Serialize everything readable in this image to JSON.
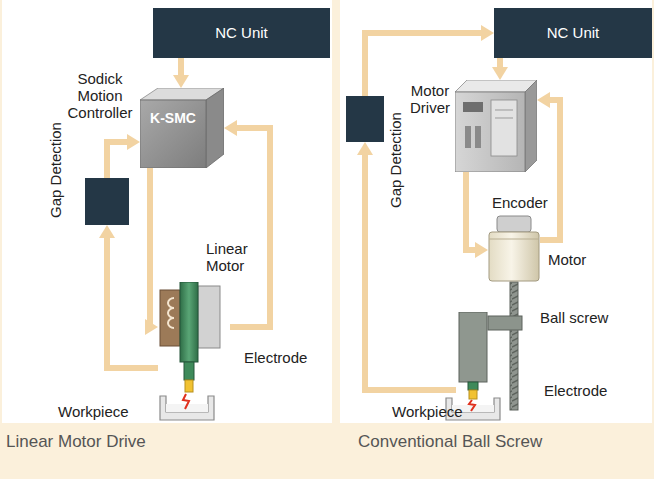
{
  "diagram": {
    "nodes": [
      {
        "text": [
          "NC Unit"
        ]
      },
      {
        "text": [
          "Sodick Motion Controller",
          "K-SMC"
        ]
      },
      {
        "text": [
          "Gap Detection"
        ]
      },
      {
        "text": [
          "Linear Motor"
        ]
      },
      {
        "text": [
          "NC Unit"
        ]
      },
      {
        "text": [
          "Motor Driver"
        ]
      },
      {
        "text": [
          "Gap Detection"
        ]
      },
      {
        "text": [
          "Encoder",
          "Motor"
        ]
      },
      {
        "text": [
          "Electrode"
        ]
      }
    ],
    "edges": [
      {
        "from": 0,
        "to": 1,
        "arrow": "to"
      },
      {
        "from": 1,
        "to": 3,
        "arrow": "to"
      },
      {
        "from": 3,
        "to": 1,
        "arrow": "to"
      },
      {
        "from": 3,
        "to": 2,
        "arrow": "to"
      },
      {
        "from": 2,
        "to": 1,
        "arrow": "to"
      },
      {
        "from": 4,
        "to": 5,
        "arrow": "to"
      },
      {
        "from": 5,
        "to": 7,
        "arrow": "to"
      },
      {
        "from": 7,
        "to": 5,
        "arrow": "to"
      },
      {
        "from": 6,
        "to": 4,
        "arrow": "to"
      },
      {
        "from": 8,
        "to": 6,
        "arrow": "to"
      }
    ],
    "labels": [
      "Electrode",
      "Workpiece",
      "Ball screw",
      "Workpiece",
      "Linear Motor Drive",
      "Conventional Ball Screw"
    ]
  }
}
